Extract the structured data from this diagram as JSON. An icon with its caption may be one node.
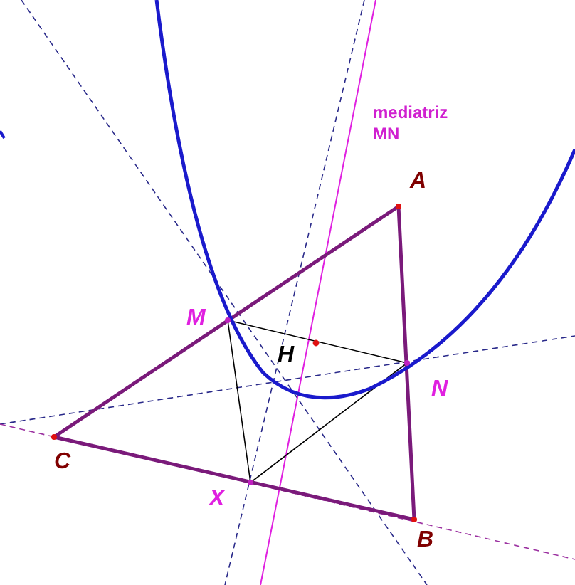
{
  "diagram": {
    "labels": [
      "mediatriz MN",
      "A",
      "M",
      "H",
      "N",
      "C",
      "X",
      "B"
    ]
  }
}
